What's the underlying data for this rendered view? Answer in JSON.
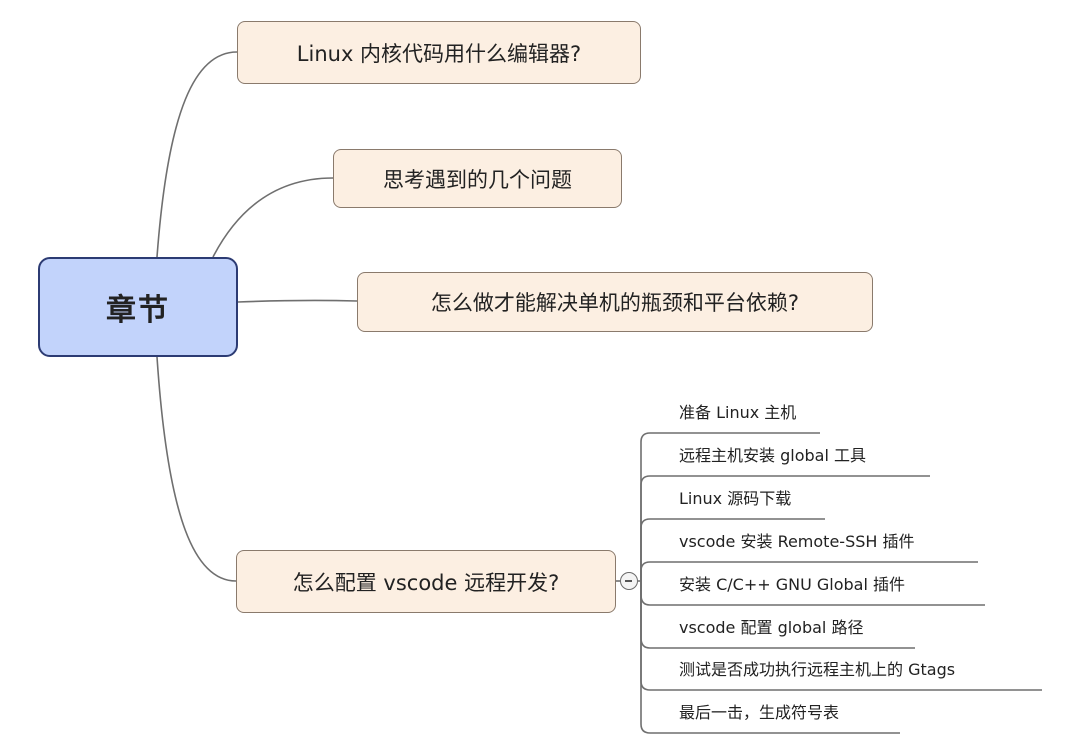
{
  "root": {
    "label": "章节"
  },
  "topics": [
    {
      "label": "Linux 内核代码用什么编辑器?"
    },
    {
      "label": "思考遇到的几个问题"
    },
    {
      "label": "怎么做才能解决单机的瓶颈和平台依赖?"
    },
    {
      "label": "怎么配置 vscode 远程开发?",
      "children": [
        {
          "label": "准备 Linux 主机"
        },
        {
          "label": "远程主机安装 global 工具"
        },
        {
          "label": "Linux 源码下载"
        },
        {
          "label": "vscode 安装 Remote-SSH 插件"
        },
        {
          "label": "安装 C/C++ GNU Global 插件"
        },
        {
          "label": "vscode 配置 global 路径"
        },
        {
          "label": "测试是否成功执行远程主机上的 Gtags"
        },
        {
          "label": "最后一击，生成符号表"
        }
      ]
    }
  ],
  "colors": {
    "root_fill": "#c2d3fb",
    "root_border": "#2c3b73",
    "topic_fill": "#fcefe2",
    "topic_border": "#8a7a6c",
    "connector": "#6f6f6f"
  }
}
